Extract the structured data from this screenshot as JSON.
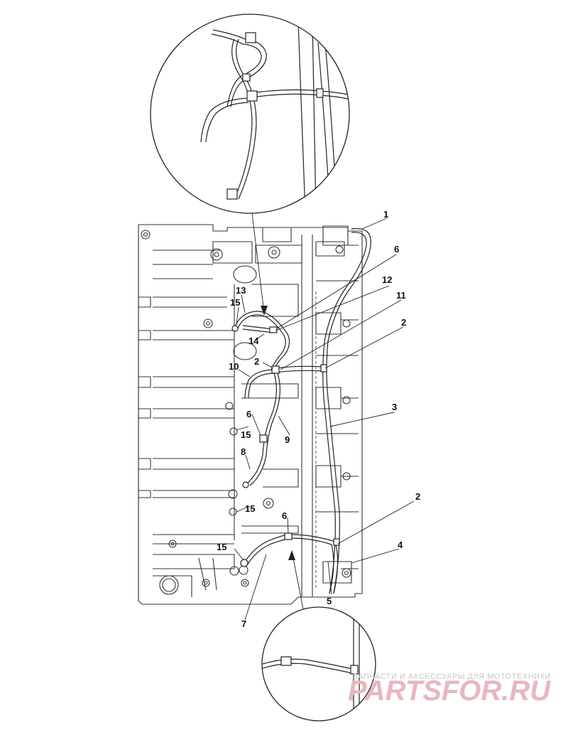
{
  "callouts": {
    "c1": "1",
    "c2a": "2",
    "c2b": "2",
    "c2c": "2",
    "c3": "3",
    "c4": "4",
    "c5": "5",
    "c6a": "6",
    "c6b": "6",
    "c6c": "6",
    "c7": "7",
    "c8": "8",
    "c9": "9",
    "c10": "10",
    "c11": "11",
    "c12": "12",
    "c13": "13",
    "c14": "14",
    "c15a": "15",
    "c15b": "15",
    "c15c": "15",
    "c15d": "15"
  },
  "watermark": {
    "tagline": "ЗАПЧАСТИ И АКСЕССУАРЫ ДЛЯ МОТОТЕХНИКИ",
    "logo": "PARTSFOR.RU"
  }
}
